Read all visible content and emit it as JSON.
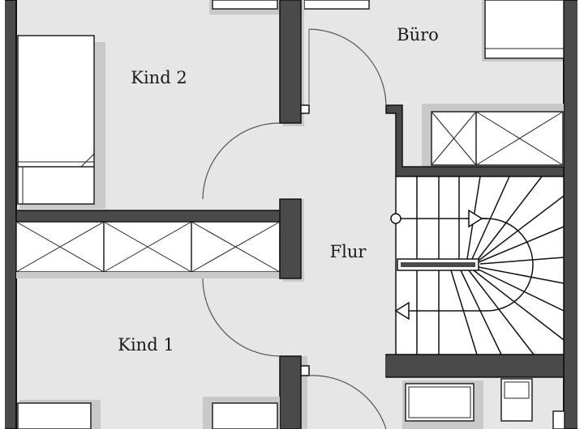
{
  "rooms": {
    "kind2": "Kind 2",
    "buero": "Büro",
    "flur": "Flur",
    "kind1": "Kind 1"
  },
  "colors": {
    "floor": "#e6e6e6",
    "wall": "#4a4a4a",
    "outline": "#111111",
    "furniture": "#ffffff",
    "shadow": "#c9c9c9",
    "stair": "#ffffff"
  }
}
